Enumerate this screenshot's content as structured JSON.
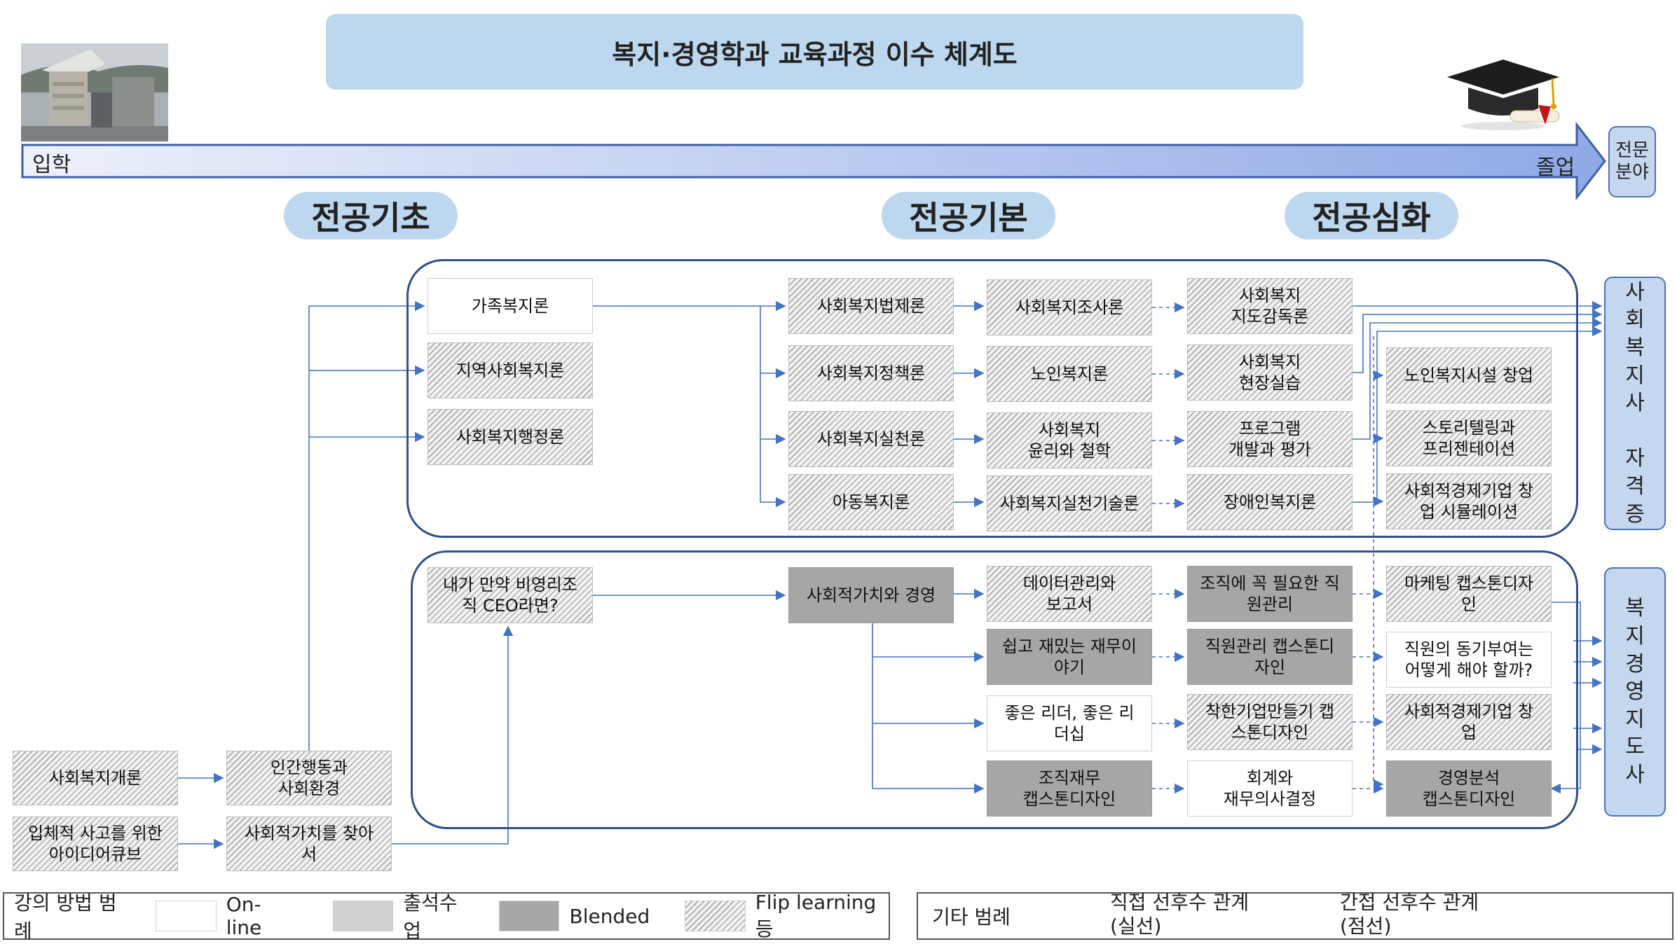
{
  "title": "복지·경영학과 교육과정 이수 체계도",
  "icons": {
    "photo": "campus-gate-photo",
    "cap": "graduation-cap-icon"
  },
  "timeline": {
    "start": "입학",
    "end": "졸업"
  },
  "professional_field": "전문\n분야",
  "stages": {
    "basic": "전공기초",
    "core": "전공기본",
    "advanced": "전공심화"
  },
  "courses": {
    "intro_welfare": "사회복지개론",
    "idea_cube": "입체적 사고를 위한\n아이디어큐브",
    "human_behavior": "인간행동과\n사회환경",
    "finding_social_value": "사회적가치를 찾아\n서",
    "family_welfare": "가족복지론",
    "community_welfare": "지역사회복지론",
    "welfare_admin": "사회복지행정론",
    "welfare_law": "사회복지법제론",
    "welfare_policy": "사회복지정책론",
    "welfare_practice": "사회복지실천론",
    "child_welfare": "아동복지론",
    "welfare_research": "사회복지조사론",
    "elderly_welfare": "노인복지론",
    "ethics": "사회복지\n윤리와 철학",
    "practice_skills": "사회복지실천기술론",
    "supervision": "사회복지\n지도감독론",
    "field_practice": "사회복지\n현장실습",
    "program_dev": "프로그램\n개발과 평가",
    "disability_welfare": "장애인복지론",
    "elderly_facility": "노인복지시설 창업",
    "storytelling": "스토리텔링과\n프리젠테이션",
    "social_enterprise_sim": "사회적경제기업 창\n업 시뮬레이션",
    "nonprofit_ceo": "내가 만약 비영리조\n직 CEO라면?",
    "social_value_mgmt": "사회적가치와 경영",
    "data_mgmt": "데이터관리와\n보고서",
    "easy_finance": "쉽고 재밌는 재무이\n야기",
    "good_leader": "좋은 리더, 좋은 리\n더십",
    "org_finance": "조직재무\n캡스톤디자인",
    "hr_mgmt": "조직에 꼭 필요한 직\n원관리",
    "hr_capstone": "직원관리 캡스톤디\n자인",
    "good_company": "착한기업만들기 캡\n스톤디자인",
    "accounting": "회계와\n재무의사결정",
    "marketing_capstone": "마케팅 캡스톤디자\n인",
    "motivation": "직원의 동기부여는\n어떻게 해야 할까?",
    "social_enterprise_startup": "사회적경제기업 창\n업",
    "business_analysis": "경영분석\n캡스톤디자인"
  },
  "destinations": {
    "social_worker": "사\n회\n복\n지\n사\n\n자\n격\n증",
    "welfare_mgmt": "복\n지\n경\n영\n지\n도\n사"
  },
  "legend_method": {
    "title": "강의 방법 범례",
    "online": "On-line",
    "attendance": "출석수업",
    "blended": "Blended",
    "flip": "Flip learning 등"
  },
  "legend_other": {
    "title": "기타 범례",
    "direct": "직접 선후수 관계\n(실선)",
    "indirect": "간접 선후수 관계\n(점선)"
  },
  "colors": {
    "accent": "#4a73b5",
    "region_border": "#2f4f8f",
    "title_bg": "#bcd7ee",
    "arrow": "#4472c4"
  }
}
